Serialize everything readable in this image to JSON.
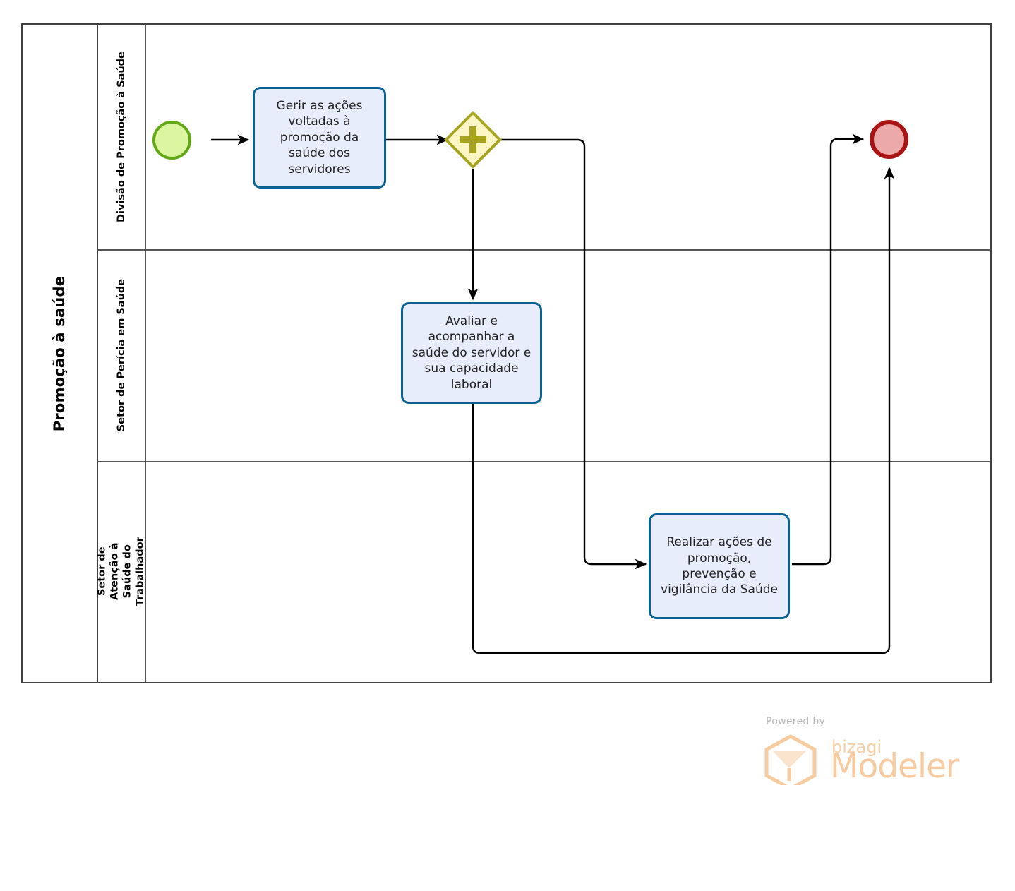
{
  "diagram": {
    "type": "bpmn-process",
    "pool": {
      "name": "Promoção à saúde"
    },
    "lanes": [
      {
        "id": "lane-divisao",
        "name": "Divisão de Promoção à Saúde"
      },
      {
        "id": "lane-pericia",
        "name": "Setor de Perícia em Saúde"
      },
      {
        "id": "lane-atencao",
        "name": "Setor de Atenção à Saúde do Trabalhador"
      }
    ],
    "nodes": [
      {
        "id": "start",
        "kind": "start-event",
        "lane": "lane-divisao",
        "label": ""
      },
      {
        "id": "task-1",
        "kind": "task",
        "lane": "lane-divisao",
        "label": "Gerir as ações voltadas à promoção da saúde dos servidores"
      },
      {
        "id": "gateway-1",
        "kind": "parallel-gateway",
        "lane": "lane-divisao",
        "label": ""
      },
      {
        "id": "task-2",
        "kind": "task",
        "lane": "lane-pericia",
        "label": "Avaliar e acompanhar a saúde do servidor e sua capacidade laboral"
      },
      {
        "id": "task-3",
        "kind": "task",
        "lane": "lane-atencao",
        "label": "Realizar ações de promoção, prevenção e vigilância da Saúde"
      },
      {
        "id": "end",
        "kind": "end-event",
        "lane": "lane-divisao",
        "label": ""
      }
    ],
    "flows": [
      {
        "from": "start",
        "to": "task-1",
        "label": ""
      },
      {
        "from": "task-1",
        "to": "gateway-1",
        "label": ""
      },
      {
        "from": "gateway-1",
        "to": "task-2",
        "label": ""
      },
      {
        "from": "gateway-1",
        "to": "task-3",
        "label": ""
      },
      {
        "from": "task-3",
        "to": "end",
        "label": ""
      },
      {
        "from": "task-2",
        "to": "end",
        "label": ""
      }
    ]
  },
  "colors": {
    "start_fill": "#dcf5a0",
    "start_stroke": "#62a816",
    "end_fill": "#eba9a9",
    "end_stroke": "#a81414",
    "gateway_fill": "#fbf6c3",
    "gateway_stroke": "#a8a422",
    "task_fill": "#e8edfb",
    "task_stroke": "#0a6293",
    "flow_stroke": "#000000",
    "pool_stroke": "#404040",
    "logo_accent": "#f7caa0"
  },
  "footer": {
    "powered_by": "Powered by",
    "brand": "bizagi",
    "product": "Modeler"
  }
}
